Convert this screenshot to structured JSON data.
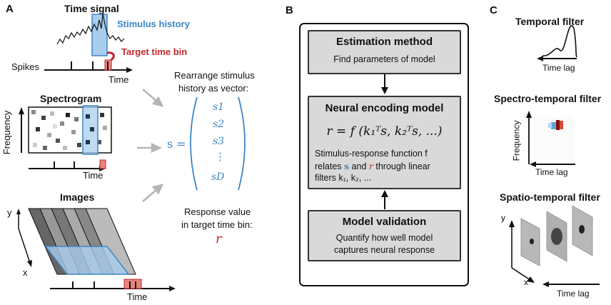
{
  "panel_a": {
    "letter": "A",
    "time_signal_title": "Time signal",
    "stimulus_history_label": "Stimulus history",
    "target_time_bin_label": "Target time bin",
    "spikes_label": "Spikes",
    "time_label_1": "Time",
    "spectrogram_title": "Spectrogram",
    "frequency_label": "Frequency",
    "time_label_2": "Time",
    "images_title": "Images",
    "y_label": "y",
    "x_label": "x",
    "time_label_3": "Time",
    "rearrange_line1": "Rearrange stimulus",
    "rearrange_line2": "history as vector:",
    "vector_lhs": "s =",
    "vector_entries": [
      "s1",
      "s2",
      "s3",
      "⋮",
      "sD"
    ],
    "response_line1": "Response value",
    "response_line2": "in target time bin:",
    "response_symbol": "r"
  },
  "panel_b": {
    "letter": "B",
    "estimation_title": "Estimation method",
    "estimation_text": "Find parameters of model",
    "encoding_title": "Neural encoding model",
    "encoding_formula": "r = f (k₁ᵀs, k₂ᵀs, ...)",
    "encoding_text1": "Stimulus-response function f",
    "encoding_text2_a": "relates",
    "encoding_text2_s": "s",
    "encoding_text2_b": "and",
    "encoding_text2_r": "r",
    "encoding_text2_c": "through linear",
    "encoding_text3": "filters k₁, k₂, ...",
    "validation_title": "Model validation",
    "validation_text1": "Quantify how well model",
    "validation_text2": "captures neural response"
  },
  "panel_c": {
    "letter": "C",
    "temporal_title": "Temporal filter",
    "temporal_axis": "Time lag",
    "spectro_title": "Spectro-temporal filter",
    "spectro_freq": "Frequency",
    "spectro_axis": "Time lag",
    "spatio_title": "Spatio-temporal filter",
    "spatio_y": "y",
    "spatio_x": "x",
    "spatio_axis": "Time lag"
  },
  "colors": {
    "accent_blue": "#3d86c6",
    "highlight_blue": "#a9cdef",
    "target_red": "#c0282d",
    "target_fill": "#e8847f",
    "box_gray": "#d9d9d9"
  }
}
